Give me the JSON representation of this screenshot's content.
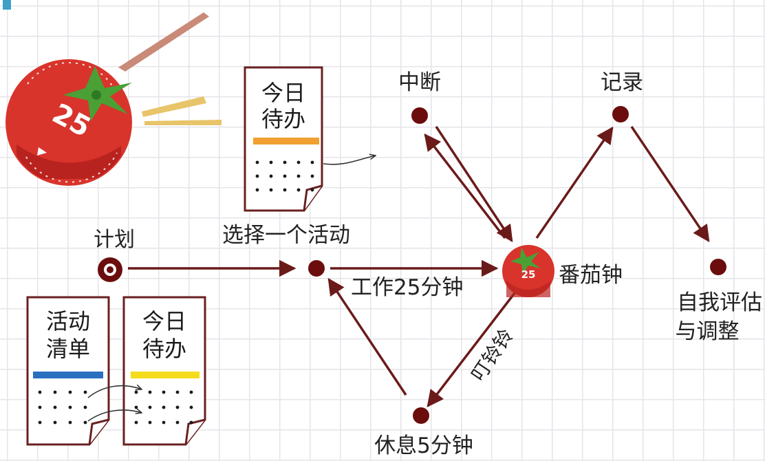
{
  "nodes": {
    "plan": "计划",
    "select_activity": "选择一个活动",
    "interrupt": "中断",
    "record": "记录",
    "pomodoro": "番茄钟",
    "evaluate_line1": "自我评估",
    "evaluate_line2": "与调整",
    "rest": "休息5分钟"
  },
  "edges": {
    "work": "工作25分钟",
    "ring": "叮铃铃"
  },
  "documents": {
    "todo_top": {
      "line1": "今日",
      "line2": "待办"
    },
    "activity_list": {
      "line1": "活动",
      "line2": "清单"
    },
    "todo_bottom": {
      "line1": "今日",
      "line2": "待办"
    }
  },
  "timer": {
    "big_number": "25",
    "small_number": "25"
  },
  "colors": {
    "arrow": "#6b1a1a",
    "node": "#6b0d0d",
    "tomato": "#d8342c",
    "leaf": "#4aa035",
    "orange_bar": "#f0a030",
    "blue_bar": "#2b6fc0",
    "yellow_bar": "#f4dc1c",
    "doc_border": "#6a2020"
  }
}
